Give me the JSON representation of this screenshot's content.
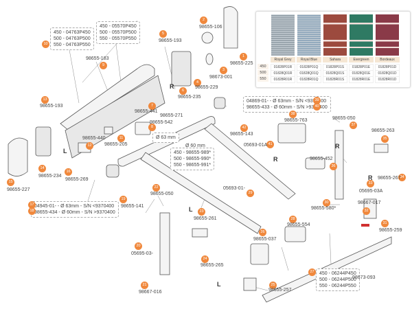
{
  "diagram": {
    "title": "Awning exploded parts diagram",
    "accent_color": "#f0883c",
    "fabric_table": {
      "colors": [
        {
          "name": "Royal Grey",
          "swatch": "#9aa5ad",
          "codes": {
            "450": "01828P01R",
            "500": "01828Q01R",
            "550": "01828R01R"
          }
        },
        {
          "name": "Royal Blue",
          "swatch": "#93aabd",
          "codes": {
            "450": "01828P01Q",
            "500": "01828Q01Q",
            "550": "01828R01Q"
          }
        },
        {
          "name": "Sahara",
          "swatch": "#9c4a3e",
          "codes": {
            "450": "01828P01S",
            "500": "01828Q01S",
            "550": "01828R01S"
          }
        },
        {
          "name": "Evergreen",
          "swatch": "#2f7a63",
          "codes": {
            "450": "01828P01E",
            "500": "01828Q01E",
            "550": "01828R01E"
          }
        },
        {
          "name": "Bordeaux",
          "swatch": "#8a3a48",
          "codes": {
            "450": "01828P01D",
            "500": "01828Q01D",
            "550": "01828R01D"
          }
        }
      ],
      "sizes": [
        "450",
        "500",
        "550"
      ]
    },
    "side_markers": {
      "right": "R",
      "left": "L"
    },
    "boxes": {
      "box_10": [
        "450 - 04763P450",
        "500 - 04763P500",
        "550 - 04763P550"
      ],
      "box_9b": [
        "450 - 05570P450",
        "500 - 05570P500",
        "550 - 05570P550"
      ],
      "box_tube": [
        "450 - 98655-989*",
        "500 - 98655-990*",
        "550 - 98655-991*"
      ],
      "tube_60": "Ø 60 mm",
      "tube_63": "Ø 63 mm",
      "box_39_40": [
        "04869-01- - Ø 63mm - S/N <9370400",
        "98655-433 - Ø 60mm - S/N >9370400"
      ],
      "box_17_18": [
        "04945-01- - Ø 63mm - S/N <9370400",
        "98655-434 - Ø 60mm - S/N >9370400"
      ],
      "box_27": [
        "450 - 06244P450",
        "500 - 06244P500",
        "550 - 06244P550"
      ]
    },
    "parts": [
      {
        "num": "1",
        "code": "98655-225"
      },
      {
        "num": "2",
        "code": "98655-106"
      },
      {
        "num": "3",
        "code": "98673-001"
      },
      {
        "num": "4",
        "code": "98655-229"
      },
      {
        "num": "5",
        "code": "98655-193"
      },
      {
        "num": "6",
        "code": "98655-235"
      },
      {
        "num": "7",
        "code": "98655-441"
      },
      {
        "num": "8",
        "code": "98655-542"
      },
      {
        "num": "9",
        "code": "98655-183"
      },
      {
        "num": "10",
        "code": ""
      },
      {
        "num": "11",
        "code": "98655-205"
      },
      {
        "num": "12",
        "code": "98655-440"
      },
      {
        "num": "13",
        "code": "98655-193"
      },
      {
        "num": "14",
        "code": "98655-234"
      },
      {
        "num": "15",
        "code": "98655-227"
      },
      {
        "num": "16",
        "code": "98655-269"
      },
      {
        "num": "17",
        "code": ""
      },
      {
        "num": "18",
        "code": ""
      },
      {
        "num": "19",
        "code": "98655-141"
      },
      {
        "num": "20",
        "code": "05695-03-"
      },
      {
        "num": "21",
        "code": "98667-016"
      },
      {
        "num": "22",
        "code": "98655-050"
      },
      {
        "num": "23",
        "code": "98655-261"
      },
      {
        "num": "24",
        "code": "98655-265"
      },
      {
        "num": "25",
        "code": "98655-257"
      },
      {
        "num": "26",
        "code": "98655-037"
      },
      {
        "num": "27",
        "code": "98673-093"
      },
      {
        "num": "28",
        "code": "98655-554"
      },
      {
        "num": "29",
        "code": "05693-01-"
      },
      {
        "num": "30",
        "code": "98655-580*"
      },
      {
        "num": "31",
        "code": "98655-259"
      },
      {
        "num": "32",
        "code": "98667-017"
      },
      {
        "num": "33",
        "code": "05695-03A"
      },
      {
        "num": "34",
        "code": "98655-267"
      },
      {
        "num": "35",
        "code": "98655-263"
      },
      {
        "num": "36",
        "code": "98655-452"
      },
      {
        "num": "37",
        "code": "98655-050"
      },
      {
        "num": "38",
        "code": "98655-763"
      },
      {
        "num": "39",
        "code": ""
      },
      {
        "num": "40",
        "code": ""
      },
      {
        "num": "41",
        "code": "05693-01A"
      },
      {
        "num": "42",
        "code": "98655-143"
      },
      {
        "num": "44",
        "code": "98655-271"
      }
    ]
  }
}
